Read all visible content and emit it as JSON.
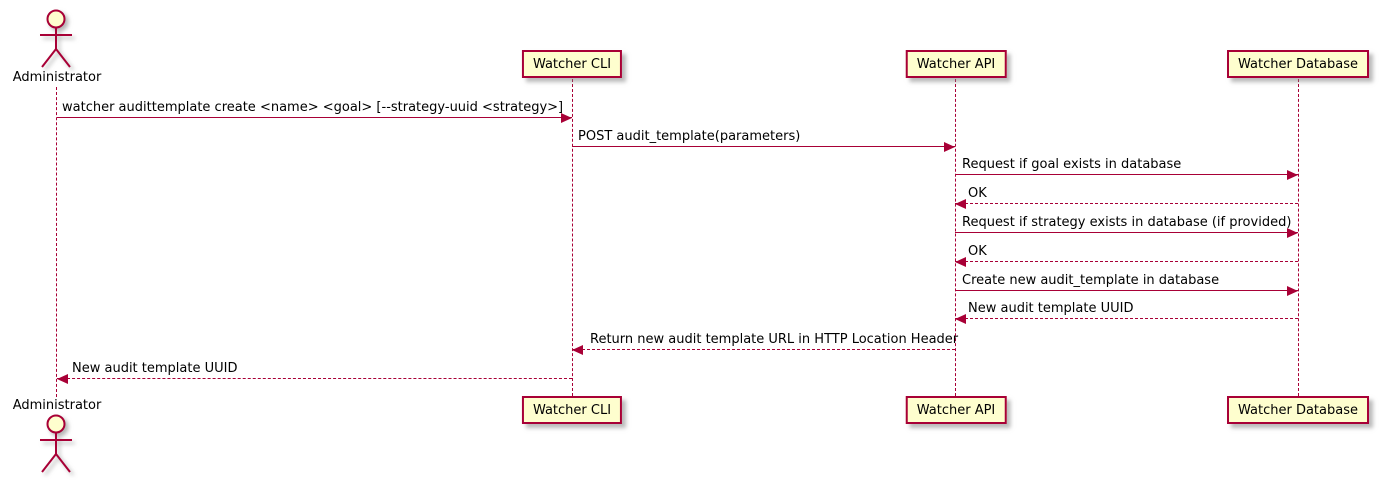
{
  "diagram": {
    "type": "uml-sequence-diagram",
    "colors": {
      "border": "#A80036",
      "participant_fill": "#FEFECE",
      "arrow": "#A80036",
      "text": "#000000",
      "background": "#FFFFFF"
    },
    "actor": {
      "name": "Administrator"
    },
    "participants": [
      {
        "name": "Watcher CLI"
      },
      {
        "name": "Watcher API"
      },
      {
        "name": "Watcher Database"
      }
    ],
    "messages": [
      {
        "from": "Administrator",
        "to": "Watcher CLI",
        "label": "watcher audittemplate create <name> <goal> [--strategy-uuid <strategy>]",
        "line": "solid",
        "direction": "right"
      },
      {
        "from": "Watcher CLI",
        "to": "Watcher API",
        "label": "POST audit_template(parameters)",
        "line": "solid",
        "direction": "right"
      },
      {
        "from": "Watcher API",
        "to": "Watcher Database",
        "label": "Request if goal exists in database",
        "line": "solid",
        "direction": "right"
      },
      {
        "from": "Watcher Database",
        "to": "Watcher API",
        "label": "OK",
        "line": "dashed",
        "direction": "left"
      },
      {
        "from": "Watcher API",
        "to": "Watcher Database",
        "label": "Request if strategy exists in database (if provided)",
        "line": "solid",
        "direction": "right"
      },
      {
        "from": "Watcher Database",
        "to": "Watcher API",
        "label": "OK",
        "line": "dashed",
        "direction": "left"
      },
      {
        "from": "Watcher API",
        "to": "Watcher Database",
        "label": "Create new audit_template in database",
        "line": "solid",
        "direction": "right"
      },
      {
        "from": "Watcher Database",
        "to": "Watcher API",
        "label": "New audit template UUID",
        "line": "dashed",
        "direction": "left"
      },
      {
        "from": "Watcher API",
        "to": "Watcher CLI",
        "label": "Return new audit template URL in HTTP Location Header",
        "line": "dashed",
        "direction": "left"
      },
      {
        "from": "Watcher CLI",
        "to": "Administrator",
        "label": "New audit template UUID",
        "line": "dashed",
        "direction": "left"
      }
    ]
  }
}
